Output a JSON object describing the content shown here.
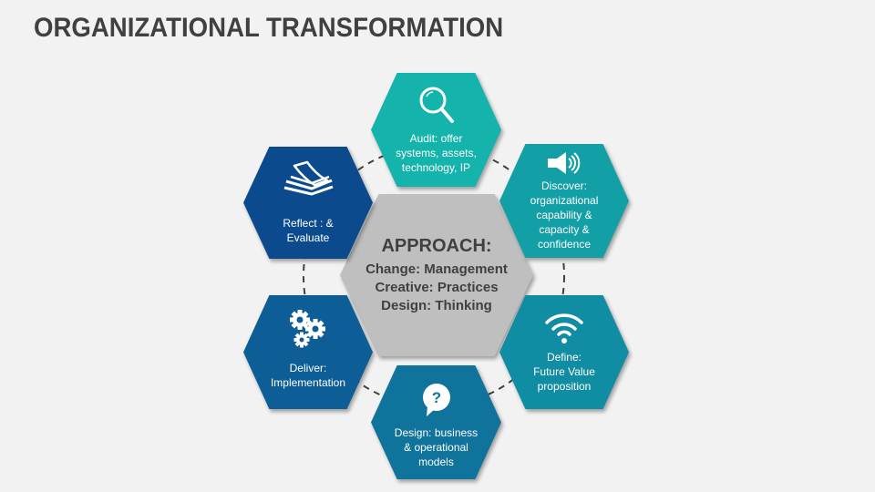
{
  "title": "ORGANIZATIONAL TRANSFORMATION",
  "center": {
    "heading": "APPROACH:",
    "lines": [
      "Change: Management",
      "Creative: Practices",
      "Design: Thinking"
    ],
    "color": "#bfbfbf"
  },
  "steps": [
    {
      "icon": "magnifier-icon",
      "label_lines": [
        "Audit: offer",
        "systems, assets,",
        "technology, IP"
      ],
      "color": "#14b3ab"
    },
    {
      "icon": "megaphone-icon",
      "label_lines": [
        "Discover:",
        "organizational",
        "capability &",
        "capacity &",
        "confidence"
      ],
      "color": "#12a0a6"
    },
    {
      "icon": "wifi-icon",
      "label_lines": [
        "Define:",
        "Future Value",
        "proposition"
      ],
      "color": "#108ca3"
    },
    {
      "icon": "question-bubble-icon",
      "label_lines": [
        "Design: business",
        "& operational",
        "models"
      ],
      "color": "#0f739c"
    },
    {
      "icon": "gears-icon",
      "label_lines": [
        "Deliver:",
        "Implementation"
      ],
      "color": "#0d5d96"
    },
    {
      "icon": "papers-icon",
      "label_lines": [
        "Reflect : &",
        "Evaluate"
      ],
      "color": "#0c4a8e"
    }
  ],
  "connector": {
    "style": "dashed-circle",
    "color": "#404040"
  }
}
